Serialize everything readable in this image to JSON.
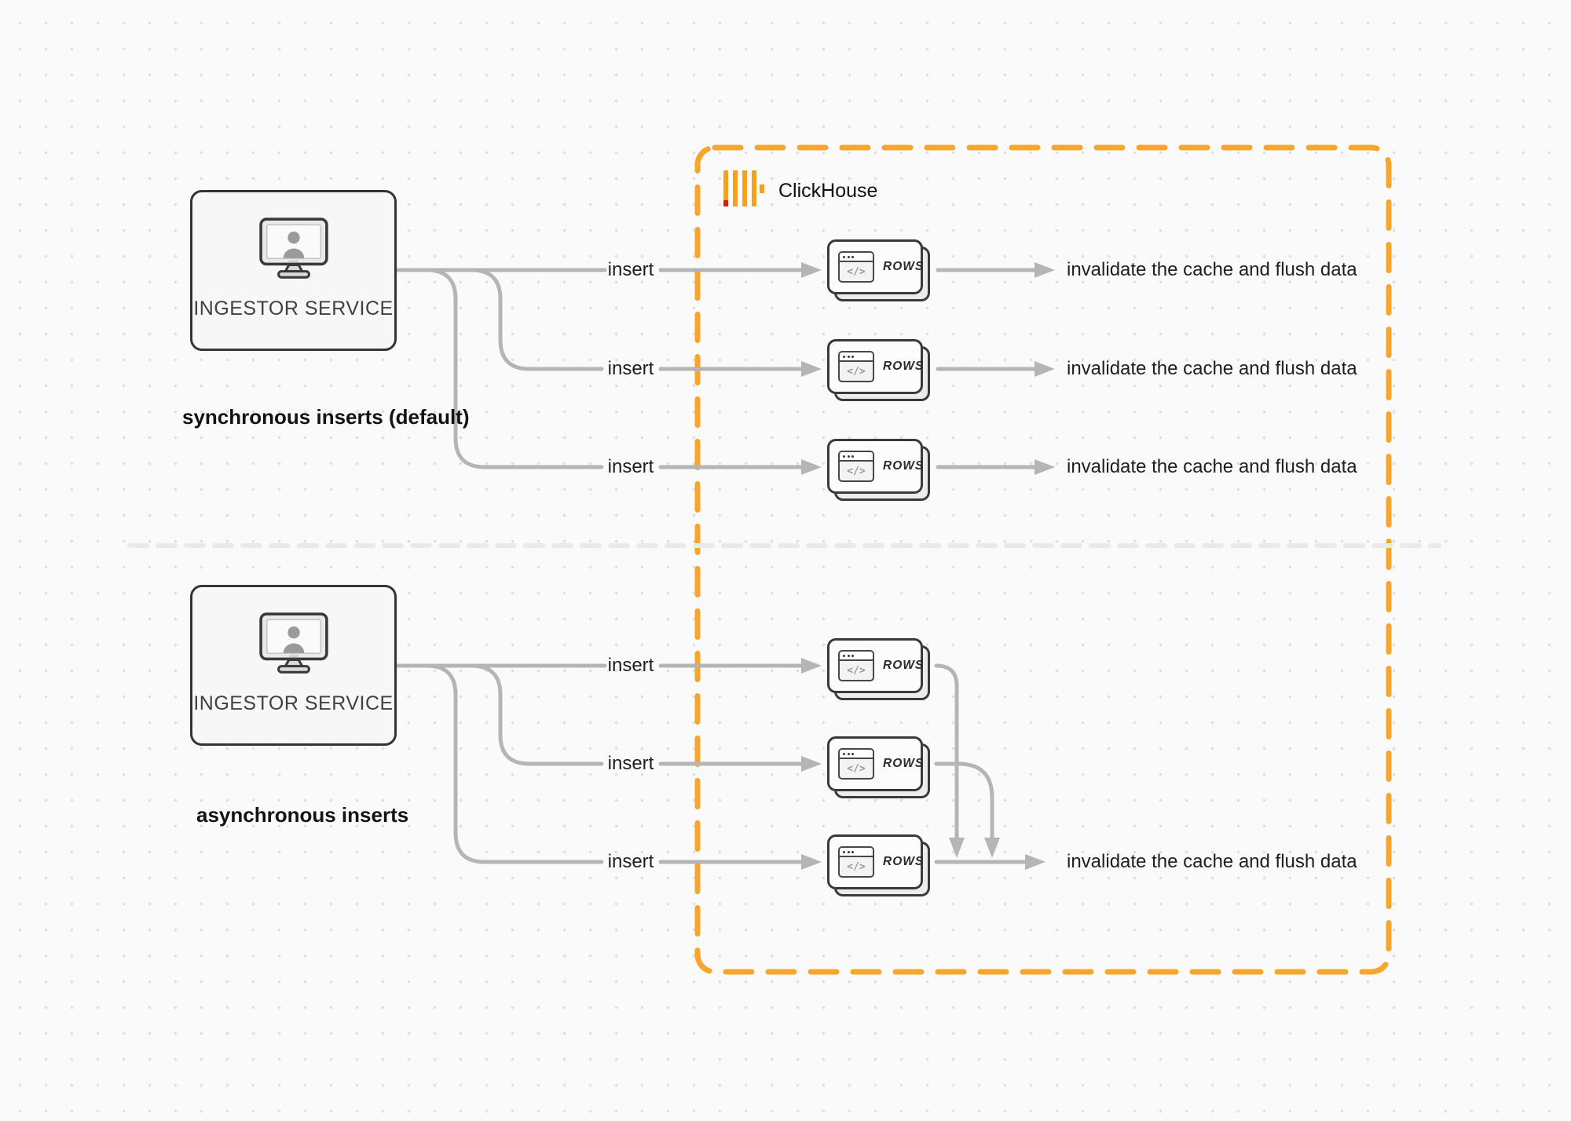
{
  "diagram": {
    "clickhouse": {
      "name": "ClickHouse"
    },
    "labels": {
      "insert": "insert",
      "rows": "ROWS",
      "code_glyph": "</>"
    },
    "sync": {
      "title": "synchronous inserts (default)",
      "source_label": "INGESTOR SERVICE",
      "results": [
        "invalidate the cache and flush data",
        "invalidate the cache and flush data",
        "invalidate the cache and flush data"
      ]
    },
    "async": {
      "title": "asynchronous inserts",
      "source_label": "INGESTOR SERVICE",
      "result": "invalidate the cache and flush data"
    },
    "colors": {
      "accent": "#F7A52D",
      "logo_bar": "#F6A21D",
      "logo_red": "#E91515",
      "wire": "#B5B5B5",
      "divider": "#E9E9E9"
    }
  }
}
